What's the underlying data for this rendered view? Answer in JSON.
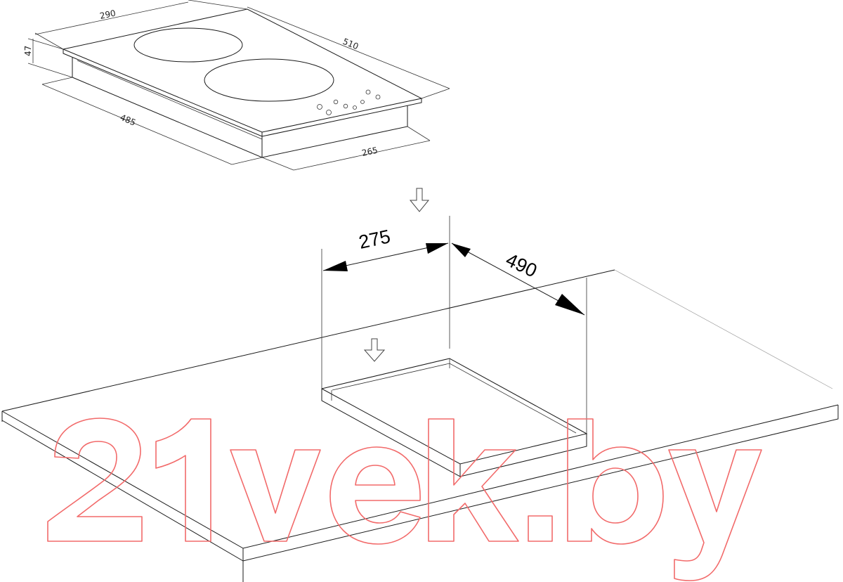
{
  "hob_dimensions": {
    "width_top": "290",
    "depth_top": "510",
    "height": "47",
    "body_depth": "485",
    "body_width": "265"
  },
  "cutout_dimensions": {
    "width": "275",
    "depth": "490"
  },
  "watermark": "21vek.by",
  "colors": {
    "line": "#1a1a1a",
    "watermark": "#f26a6a",
    "arrowhead": "#000000"
  }
}
